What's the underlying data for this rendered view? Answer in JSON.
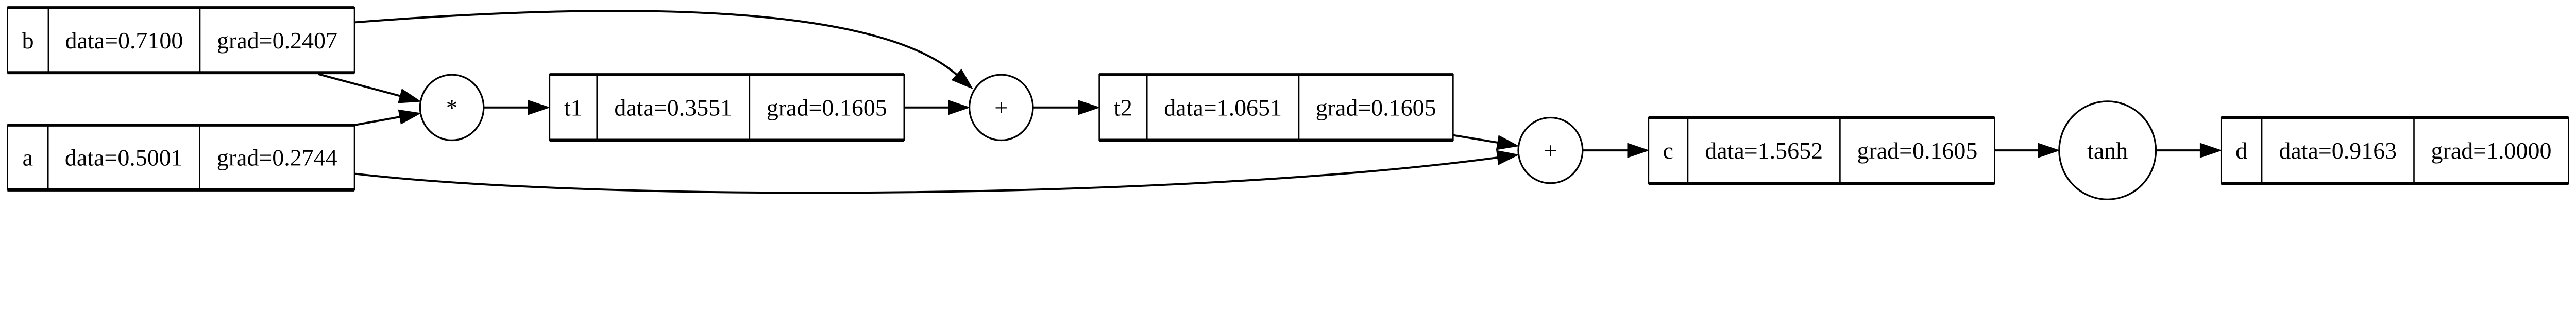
{
  "graph": {
    "colors": {
      "stroke": "#000000",
      "background": "#ffffff"
    },
    "values": [
      {
        "id": "b",
        "label": "b",
        "data": "data=0.7100",
        "grad": "grad=0.2407"
      },
      {
        "id": "a",
        "label": "a",
        "data": "data=0.5001",
        "grad": "grad=0.2744"
      },
      {
        "id": "t1",
        "label": "t1",
        "data": "data=0.3551",
        "grad": "grad=0.1605"
      },
      {
        "id": "t2",
        "label": "t2",
        "data": "data=1.0651",
        "grad": "grad=0.1605"
      },
      {
        "id": "c",
        "label": "c",
        "data": "data=1.5652",
        "grad": "grad=0.1605"
      },
      {
        "id": "d",
        "label": "d",
        "data": "data=0.9163",
        "grad": "grad=1.0000"
      }
    ],
    "ops": [
      {
        "id": "mul1",
        "label": "*"
      },
      {
        "id": "add1",
        "label": "+"
      },
      {
        "id": "add2",
        "label": "+"
      },
      {
        "id": "tanh1",
        "label": "tanh"
      }
    ],
    "edges": [
      {
        "from": "b",
        "to": "mul1"
      },
      {
        "from": "a",
        "to": "mul1"
      },
      {
        "from": "mul1",
        "to": "t1"
      },
      {
        "from": "b",
        "to": "add1"
      },
      {
        "from": "t1",
        "to": "add1"
      },
      {
        "from": "add1",
        "to": "t2"
      },
      {
        "from": "t2",
        "to": "add2"
      },
      {
        "from": "a",
        "to": "add2"
      },
      {
        "from": "add2",
        "to": "c"
      },
      {
        "from": "c",
        "to": "tanh1"
      },
      {
        "from": "tanh1",
        "to": "d"
      }
    ]
  }
}
